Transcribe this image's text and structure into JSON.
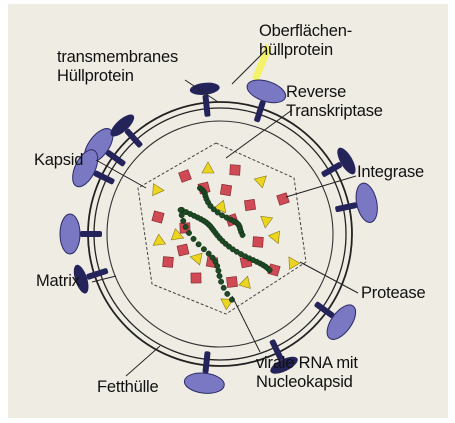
{
  "labels": {
    "envelope_surface_protein": [
      "Oberflächen-",
      "hüllprotein"
    ],
    "transmembrane_envelope_protein": [
      "transmembranes",
      "Hüllprotein"
    ],
    "reverse_transcriptase": [
      "Reverse",
      "Transkriptase"
    ],
    "capsid": "Kapsid",
    "integrase": "Integrase",
    "matrix": "Matrix",
    "protease": "Protease",
    "lipid_envelope": "Fetthülle",
    "viral_rna": [
      "virale RNA mit",
      "Nucleokapsid"
    ]
  },
  "colors": {
    "background": "#efece4",
    "outline": "#222222",
    "surface_protein": "#7a78c2",
    "transmembrane_protein": "#24235a",
    "reverse_transcriptase_marker": "#d04a55",
    "protease_marker": "#ecd520",
    "rna_bead": "#1d4a24",
    "highlight": "#f4f45a"
  }
}
